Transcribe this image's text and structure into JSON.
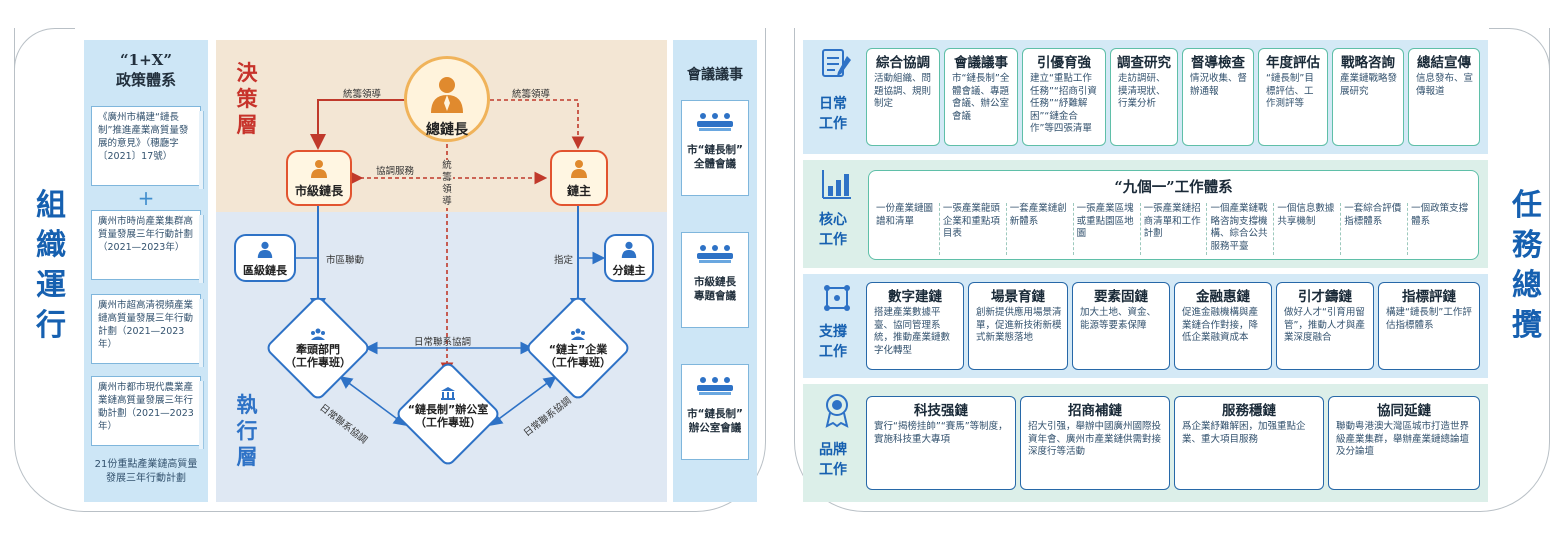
{
  "left_side_title": [
    "組",
    "織",
    "運",
    "行"
  ],
  "right_side_title": [
    "任",
    "務",
    "總",
    "攬"
  ],
  "policy": {
    "title_line1": "“1+X”",
    "title_line2": "政策體系",
    "doc1": "《廣州市構建“鏈長制”推進產業高質量發展的意見》（穗廳字〔2021〕17號）",
    "plus": "+",
    "doc2": "廣州市時尚產業集群高質量發展三年行動計劃（2021—2023年）",
    "doc3": "廣州市超高清視頻產業鏈高質量發展三年行動計劃（2021—2023年）",
    "doc4": "廣州市都市現代農業產業鏈高質量發展三年行動計劃（2021—2023年）",
    "footer": "21份重點產業鏈高質量發展三年行動計劃"
  },
  "org": {
    "decision_layer": [
      "決",
      "策",
      "層"
    ],
    "exec_layer": [
      "執",
      "行",
      "層"
    ],
    "chief": "總鏈長",
    "city_chief": "市級鏈長",
    "chain_owner": "鏈主",
    "district_chief": "區級鏈長",
    "sub_owner": "分鏈主",
    "lead_dept_line1": "牽頭部門",
    "lead_dept_line2": "（工作專班）",
    "owner_ent_line1": "“鏈主”企業",
    "owner_ent_line2": "（工作專班）",
    "office_line1": "“鏈長制”辦公室",
    "office_line2": "（工作專班）",
    "lbl_overall_left": "統籌領導",
    "lbl_overall_right": "統籌領導",
    "lbl_overall_center": [
      "統",
      "籌",
      "領",
      "導"
    ],
    "lbl_coord": "協調服務",
    "lbl_city_district": "市區聯動",
    "lbl_designate": "指定",
    "lbl_daily_h": "日常聯系協調",
    "lbl_daily_left": "日常聯系協調",
    "lbl_daily_right": "日常聯系協調"
  },
  "meetings": {
    "title": "會議議事",
    "m1_line1": "市“鏈長制”",
    "m1_line2": "全體會議",
    "m2_line1": "市級鏈長",
    "m2_line2": "專題會議",
    "m3_line1": "市“鏈長制”",
    "m3_line2": "辦公室會議"
  },
  "daily": {
    "title": [
      "日常",
      "工作"
    ],
    "cards": [
      {
        "h": "綜合協調",
        "b": "活動組織、問題協調、規則制定"
      },
      {
        "h": "會議議事",
        "b": "市“鏈長制”全體會議、專題會議、辦公室會議"
      },
      {
        "h": "引優育強",
        "b": "建立“重點工作任務”“招商引資任務”“紓難解困”“鏈金合作”等四張清單"
      },
      {
        "h": "調查研究",
        "b": "走訪調研、摸清現狀、行業分析"
      },
      {
        "h": "督導檢查",
        "b": "情況收集、督辦通報"
      },
      {
        "h": "年度評估",
        "b": "“鏈長制”目標評估、工作測評等"
      },
      {
        "h": "戰略咨詢",
        "b": "產業鏈戰略發展研究"
      },
      {
        "h": "總結宣傳",
        "b": "信息發布、宣傳報道"
      }
    ]
  },
  "core": {
    "title": [
      "核心",
      "工作"
    ],
    "box_title": "“九個一”工作體系",
    "items": [
      "一份產業鏈圖譜和清單",
      "一張產業龍頭企業和重點項目表",
      "一套產業鏈創新體系",
      "一張產業區塊或重點園區地圖",
      "一張產業鏈招商清單和工作計劃",
      "一個產業鏈戰略咨詢支撐機構、綜合公共服務平臺",
      "一個信息數據共享機制",
      "一套綜合評價指標體系",
      "一個政策支撐體系"
    ]
  },
  "support": {
    "title": [
      "支撐",
      "工作"
    ],
    "cards": [
      {
        "h": "數字建鏈",
        "b": "搭建產業數據平臺、協同管理系統，推動產業鏈數字化轉型"
      },
      {
        "h": "場景育鏈",
        "b": "創新提供應用場景清單，促進新技術新模式新業態落地"
      },
      {
        "h": "要素固鏈",
        "b": "加大土地、資金、能源等要素保障"
      },
      {
        "h": "金融惠鏈",
        "b": "促進金融機構與產業鏈合作對接，降低企業融資成本"
      },
      {
        "h": "引才鑄鏈",
        "b": "做好人才“引育用留管”，推動人才與產業深度融合"
      },
      {
        "h": "指標評鏈",
        "b": "構建“鏈長制”工作評估指標體系"
      }
    ]
  },
  "brand": {
    "title": [
      "品牌",
      "工作"
    ],
    "cards": [
      {
        "h": "科技强鏈",
        "b": "實行“揭榜挂帥”“賽馬”等制度，實施科技重大專項"
      },
      {
        "h": "招商補鏈",
        "b": "招大引强，舉辦中國廣州國際投資年會、廣州市產業鏈供需對接深度行等活動"
      },
      {
        "h": "服務穩鏈",
        "b": "爲企業紓難解困，加强重點企業、重大項目服務"
      },
      {
        "h": "協同延鏈",
        "b": "聯動粤港澳大灣區城市打造世界級產業集群，舉辦產業鏈總論壇及分論壇"
      }
    ]
  },
  "colors": {
    "title_blue": "#1660b0",
    "decision_red": "#c7332b",
    "exec_blue": "#2e72c6",
    "arrow_red": "#c0392b",
    "arrow_blue": "#2e72c6"
  }
}
